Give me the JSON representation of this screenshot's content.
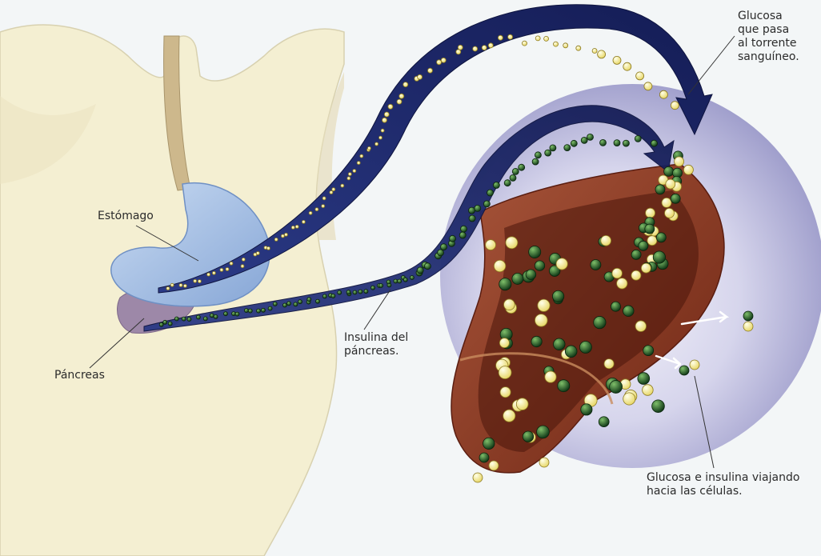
{
  "labels": {
    "stomach": "Estómago",
    "pancreas": "Páncreas",
    "insulin_line1": "Insulina del",
    "insulin_line2": "páncreas.",
    "glucose_stream_line1": "Glucosa",
    "glucose_stream_line2": "que pasa",
    "glucose_stream_line3": "al torrente",
    "glucose_stream_line4": "sanguíneo.",
    "travel_line1": "Glucosa e insulina viajando",
    "travel_line2": "hacia las células."
  },
  "colors": {
    "background": "#f3f6f7",
    "body_skin": "#f4efd2",
    "stomach": "#a9c3e6",
    "pancreas": "#9d88a8",
    "arrow": "#1f2a6b",
    "vessel_wall": "#8e3a22",
    "vessel_lumen": "#5a1d10",
    "cell_circle": "#a7a6cf",
    "glucose": "#f3e79b",
    "insulin": "#1e5a2a"
  },
  "icons": {
    "glucose_particle": "glucose-particle-icon",
    "insulin_particle": "insulin-particle-icon"
  }
}
